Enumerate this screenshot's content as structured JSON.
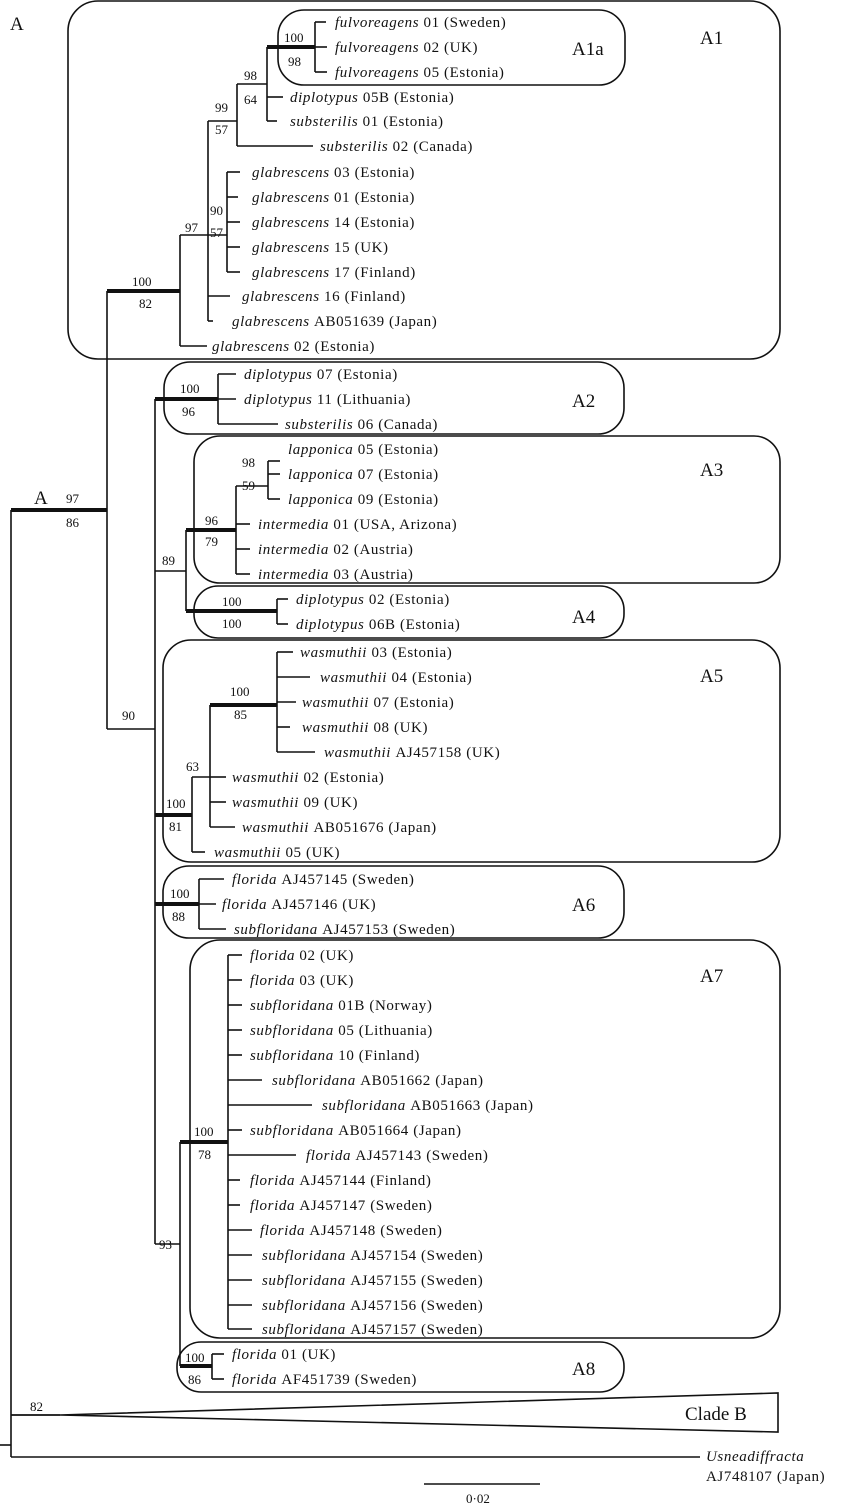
{
  "clade_labels": {
    "A_top": "A",
    "A_node": "A",
    "A1": "A1",
    "A1a": "A1a",
    "A2": "A2",
    "A3": "A3",
    "A4": "A4",
    "A5": "A5",
    "A6": "A6",
    "A7": "A7",
    "A8": "A8",
    "cladeB": "Clade B"
  },
  "support": {
    "A_up": "97",
    "A_low": "86",
    "n100_82_up": "100",
    "n100_82_low": "82",
    "n97": "97",
    "n99": "99",
    "n57a": "57",
    "n98": "98",
    "n64": "64",
    "a1a_up": "100",
    "a1a_low": "98",
    "n90g": "90",
    "n57g": "57",
    "a2_up": "100",
    "a2_low": "96",
    "n89": "89",
    "a3_up": "96",
    "a3_low": "79",
    "lap_up": "98",
    "lap_low": "59",
    "a4_up": "100",
    "a4_low": "100",
    "n90": "90",
    "a5_up": "100",
    "a5_low": "81",
    "n63": "63",
    "a5s_up": "100",
    "a5s_low": "85",
    "a6_up": "100",
    "a6_low": "88",
    "n93": "93",
    "a7_up": "100",
    "a7_low": "78",
    "a8_up": "100",
    "a8_low": "86",
    "n82": "82"
  },
  "taxa": [
    {
      "species": "fulvoreagens",
      "label": "01 (Sweden)"
    },
    {
      "species": "fulvoreagens",
      "label": "02 (UK)"
    },
    {
      "species": "fulvoreagens",
      "label": "05 (Estonia)"
    },
    {
      "species": "diplotypus",
      "label": "05B (Estonia)"
    },
    {
      "species": "substerilis",
      "label": "01 (Estonia)"
    },
    {
      "species": "substerilis",
      "label": "02 (Canada)"
    },
    {
      "species": "glabrescens",
      "label": "03 (Estonia)"
    },
    {
      "species": "glabrescens",
      "label": "01 (Estonia)"
    },
    {
      "species": "glabrescens",
      "label": "14 (Estonia)"
    },
    {
      "species": "glabrescens",
      "label": "15 (UK)"
    },
    {
      "species": "glabrescens",
      "label": "17 (Finland)"
    },
    {
      "species": "glabrescens",
      "label": "16 (Finland)"
    },
    {
      "species": "glabrescens",
      "label": "AB051639 (Japan)"
    },
    {
      "species": "glabrescens",
      "label": "02 (Estonia)"
    },
    {
      "species": "diplotypus",
      "label": "07 (Estonia)"
    },
    {
      "species": "diplotypus",
      "label": "11 (Lithuania)"
    },
    {
      "species": "substerilis",
      "label": "06 (Canada)"
    },
    {
      "species": "lapponica",
      "label": "05 (Estonia)"
    },
    {
      "species": "lapponica",
      "label": "07 (Estonia)"
    },
    {
      "species": "lapponica",
      "label": "09 (Estonia)"
    },
    {
      "species": "intermedia",
      "label": "01 (USA, Arizona)"
    },
    {
      "species": "intermedia",
      "label": "02 (Austria)"
    },
    {
      "species": "intermedia",
      "label": "03 (Austria)"
    },
    {
      "species": "diplotypus",
      "label": "02 (Estonia)"
    },
    {
      "species": "diplotypus",
      "label": "06B (Estonia)"
    },
    {
      "species": "wasmuthii",
      "label": "03 (Estonia)"
    },
    {
      "species": "wasmuthii",
      "label": "04 (Estonia)"
    },
    {
      "species": "wasmuthii",
      "label": "07 (Estonia)"
    },
    {
      "species": "wasmuthii",
      "label": "08 (UK)"
    },
    {
      "species": "wasmuthii",
      "label": "AJ457158 (UK)"
    },
    {
      "species": "wasmuthii",
      "label": "02 (Estonia)"
    },
    {
      "species": "wasmuthii",
      "label": "09 (UK)"
    },
    {
      "species": "wasmuthii",
      "label": "AB051676 (Japan)"
    },
    {
      "species": "wasmuthii",
      "label": "05 (UK)"
    },
    {
      "species": "florida",
      "label": "AJ457145 (Sweden)"
    },
    {
      "species": "florida",
      "label": "AJ457146 (UK)"
    },
    {
      "species": "subfloridana",
      "label": "AJ457153 (Sweden)"
    },
    {
      "species": "florida",
      "label": "02 (UK)"
    },
    {
      "species": "florida",
      "label": "03 (UK)"
    },
    {
      "species": "subfloridana",
      "label": "01B (Norway)"
    },
    {
      "species": "subfloridana",
      "label": "05 (Lithuania)"
    },
    {
      "species": "subfloridana",
      "label": "10 (Finland)"
    },
    {
      "species": "subfloridana",
      "label": "AB051662 (Japan)"
    },
    {
      "species": "subfloridana",
      "label": "AB051663 (Japan)"
    },
    {
      "species": "subfloridana",
      "label": "AB051664 (Japan)"
    },
    {
      "species": "florida",
      "label": "AJ457143 (Sweden)"
    },
    {
      "species": "florida",
      "label": "AJ457144 (Finland)"
    },
    {
      "species": "florida",
      "label": "AJ457147 (Sweden)"
    },
    {
      "species": "florida",
      "label": "AJ457148 (Sweden)"
    },
    {
      "species": "subfloridana",
      "label": "AJ457154 (Sweden)"
    },
    {
      "species": "subfloridana",
      "label": "AJ457155 (Sweden)"
    },
    {
      "species": "subfloridana",
      "label": "AJ457156 (Sweden)"
    },
    {
      "species": "subfloridana",
      "label": "AJ457157 (Sweden)"
    },
    {
      "species": "florida",
      "label": "01 (UK)"
    },
    {
      "species": "florida",
      "label": "AF451739 (Sweden)"
    }
  ],
  "outgroup": {
    "species": "Usneadiffracta",
    "label": "AJ748107 (Japan)"
  },
  "scale_bar": {
    "label": "0·02"
  },
  "colors": {
    "ink": "#111111",
    "background": "#ffffff"
  }
}
